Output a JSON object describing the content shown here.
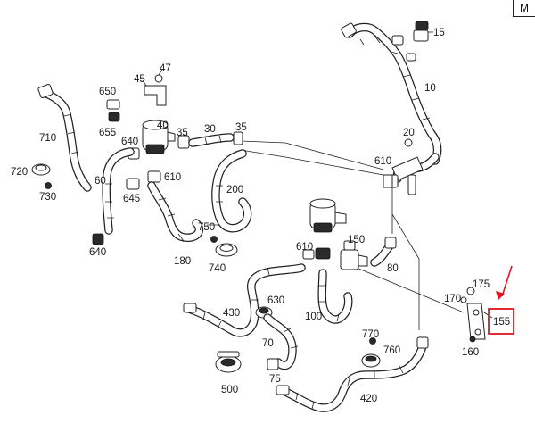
{
  "corner_badge": "M",
  "callouts": {
    "p15": "15",
    "p10": "10",
    "p20": "20",
    "p47": "47",
    "p45": "45",
    "p650": "650",
    "p655": "655",
    "p40": "40",
    "p35a": "35",
    "p30": "30",
    "p35b": "35",
    "p640a": "640",
    "p710": "710",
    "p720": "720",
    "p730": "730",
    "p60": "60",
    "p645": "645",
    "p610a": "610",
    "p610b": "610",
    "p200": "200",
    "p750": "750",
    "p640b": "640",
    "p180": "180",
    "p740": "740",
    "p610c": "610",
    "p150": "150",
    "p80": "80",
    "p175": "175",
    "p170": "170",
    "p155": "155",
    "p160": "160",
    "p430": "430",
    "p630": "630",
    "p100": "100",
    "p70": "70",
    "p770": "770",
    "p760": "760",
    "p500": "500",
    "p75": "75",
    "p420": "420"
  },
  "highlight": {
    "part": "p155",
    "color": "#e0161e"
  }
}
